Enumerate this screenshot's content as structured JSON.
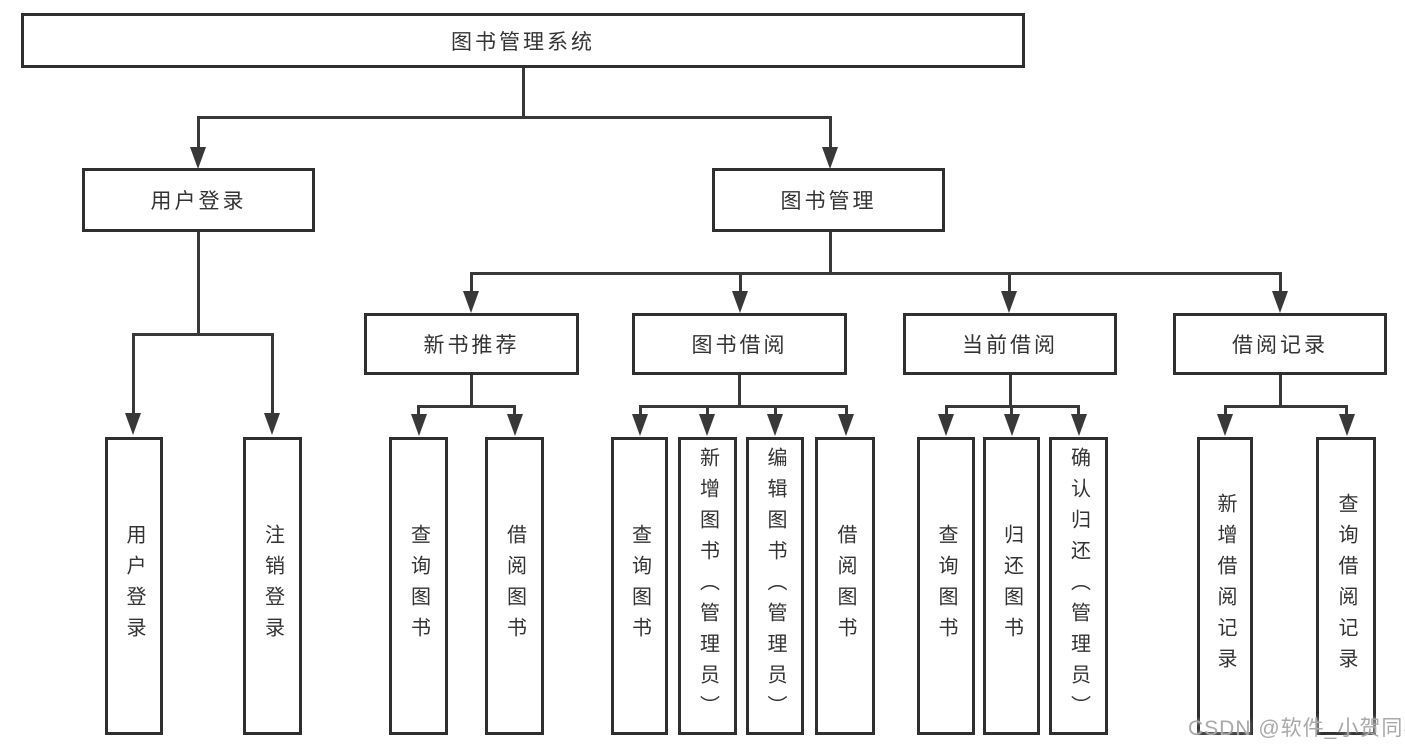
{
  "colors": {
    "bg": "#ffffff",
    "line": "#383838",
    "border": "#2f2f2f",
    "text": "#333333",
    "watermark": "#a9a9a9"
  },
  "watermark": "CSDN @软件_小贺同学",
  "tree": {
    "root": {
      "label": "图书管理系统",
      "children": [
        {
          "label": "用户登录",
          "children": [
            {
              "label": "用户登录"
            },
            {
              "label": "注销登录"
            }
          ]
        },
        {
          "label": "图书管理",
          "children": [
            {
              "label": "新书推荐",
              "children": [
                {
                  "label": "查询图书"
                },
                {
                  "label": "借阅图书"
                }
              ]
            },
            {
              "label": "图书借阅",
              "children": [
                {
                  "label": "查询图书"
                },
                {
                  "label": "新增图书（管理员）"
                },
                {
                  "label": "编辑图书（管理员）"
                },
                {
                  "label": "借阅图书"
                }
              ]
            },
            {
              "label": "当前借阅",
              "children": [
                {
                  "label": "查询图书"
                },
                {
                  "label": "归还图书"
                },
                {
                  "label": "确认归还（管理员）"
                }
              ]
            },
            {
              "label": "借阅记录",
              "children": [
                {
                  "label": "新增借阅记录"
                },
                {
                  "label": "查询借阅记录"
                }
              ]
            }
          ]
        }
      ]
    }
  }
}
